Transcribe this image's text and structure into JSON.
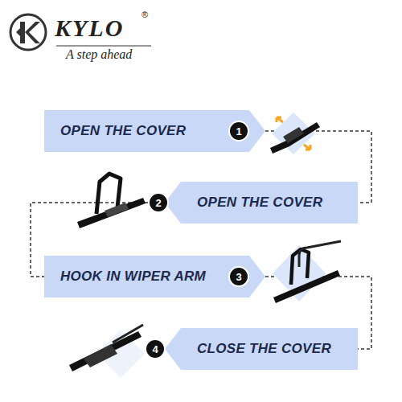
{
  "diagram": {
    "nodes": [
      {
        "text": [
          "OPEN THE COVER"
        ]
      },
      {
        "text": [
          "1"
        ]
      },
      {
        "text": [
          "OPEN THE COVER"
        ]
      },
      {
        "text": [
          "2"
        ]
      },
      {
        "text": [
          "HOOK IN WIPER ARM"
        ]
      },
      {
        "text": [
          "3"
        ]
      },
      {
        "text": [
          "CLOSE THE COVER"
        ]
      },
      {
        "text": [
          "4"
        ]
      }
    ],
    "edges": [
      {
        "from": 0,
        "to": 2,
        "arrow": "none"
      },
      {
        "from": 2,
        "to": 4,
        "arrow": "none"
      },
      {
        "from": 4,
        "to": 6,
        "arrow": "none"
      }
    ],
    "labels": [
      "KYLO",
      "®",
      "A step ahead"
    ]
  }
}
